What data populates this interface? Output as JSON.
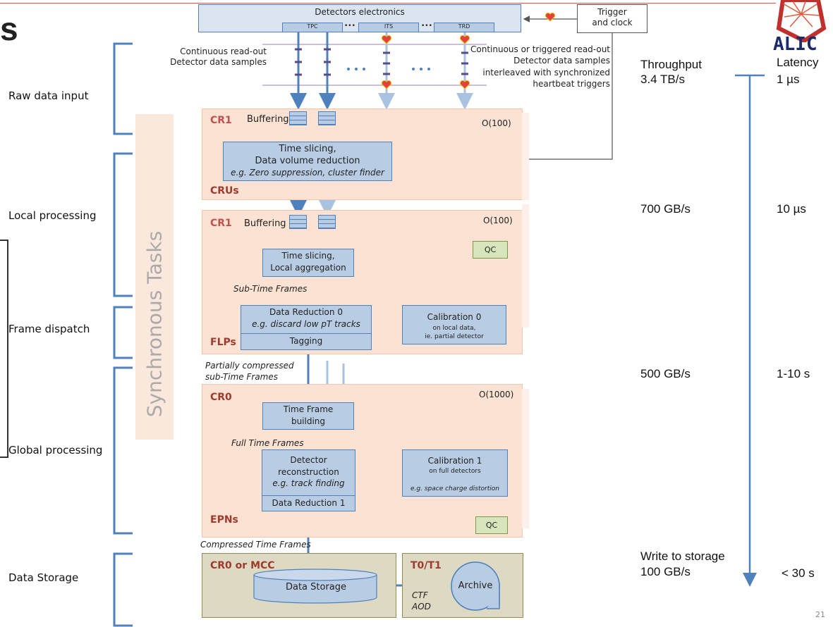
{
  "title_fragment": "s",
  "logo_text": "ALIC",
  "page_number": "21",
  "colors": {
    "arrow": "#4f81bd",
    "brace": "#4f81bd",
    "region": "#fbe2d3",
    "box": "#b8cce4",
    "qc": "#d7e4bc",
    "storage": "#ddd9c3",
    "label_red": "#c0504d",
    "double_arrow": "#a5403a",
    "heart": "#e04040"
  },
  "stages": {
    "raw": "Raw data input",
    "local": "Local processing",
    "frame": "Frame dispatch",
    "global": "Global processing",
    "storage": "Data Storage"
  },
  "sync_tasks": "Synchronous Tasks",
  "top": {
    "electronics": "Detectors electronics",
    "tpc": "TPC",
    "its": "ITS",
    "trd": "TRD",
    "dots": "•••",
    "trigger": "Trigger\nand clock",
    "readout_left_1": "Continuous read-out",
    "readout_left_2": "Detector data samples",
    "readout_right_1": "Continuous or triggered read-out",
    "readout_right_2": "Detector data samples",
    "readout_right_3": "interleaved with synchronized",
    "readout_right_4": "heartbeat triggers"
  },
  "cru": {
    "region_label": "CR1",
    "buffering": "Buffering",
    "count": "O(100)",
    "box_line1": "Time slicing,",
    "box_line2": "Data volume reduction",
    "box_line3": "e.g. Zero suppression, cluster finder",
    "footer": "CRUs"
  },
  "flp": {
    "region_label": "CR1",
    "buffering": "Buffering",
    "count": "O(100)",
    "slicing1": "Time slicing,",
    "slicing2": "Local aggregation",
    "qc": "QC",
    "sub_tf": "Sub-Time Frames",
    "dr0_1": "Data Reduction 0",
    "dr0_2": "e.g. discard low pT tracks",
    "tagging": "Tagging",
    "cal0_1": "Calibration 0",
    "cal0_2": "on local data,",
    "cal0_3": "ie. partial detector",
    "footer": "FLPs"
  },
  "between": {
    "line1": "Partially compressed",
    "line2": "sub-Time Frames"
  },
  "epn": {
    "region_label": "CR0",
    "count": "O(1000)",
    "tfb1": "Time Frame",
    "tfb2": "building",
    "full_tf": "Full Time Frames",
    "det1": "Detector",
    "det2": "reconstruction",
    "det3": "e.g. track finding",
    "dr1": "Data Reduction 1",
    "cal1_1": "Calibration 1",
    "cal1_2": "on full detectors",
    "cal1_3": "e.g. space charge distortion",
    "qc": "QC",
    "footer": "EPNs"
  },
  "compressed": "Compressed Time Frames",
  "store": {
    "region1": "CR0 or MCC",
    "data_storage": "Data Storage",
    "region2": "T0/T1",
    "archive": "Archive",
    "ctf": "CTF",
    "aod": "AOD"
  },
  "rates": {
    "throughput_hdr": "Throughput",
    "latency_hdr": "Latency",
    "r1_tp": "3.4 TB/s",
    "r1_lat": "1 µs",
    "r2_tp": "700 GB/s",
    "r2_lat": "10 µs",
    "r3_tp": "500 GB/s",
    "r3_lat": "1-10 s",
    "r4_tp1": "Write to storage",
    "r4_tp2": "100 GB/s",
    "r4_lat": "< 30 s"
  }
}
